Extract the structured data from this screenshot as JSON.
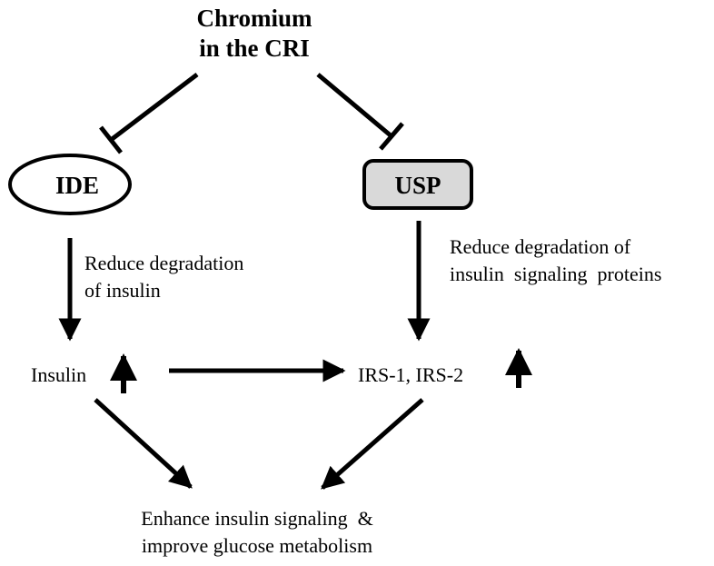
{
  "title": {
    "line1": "Chromium",
    "line2": "in the CRI"
  },
  "nodes": {
    "ide": "IDE",
    "usp": "USP",
    "insulin": "Insulin",
    "irs": "IRS-1, IRS-2"
  },
  "annotations": {
    "left": {
      "line1": "Reduce degradation",
      "line2": "of insulin"
    },
    "right": {
      "line1": "Reduce degradation of",
      "line2": "insulin  signaling  proteins"
    }
  },
  "outcome": {
    "line1": "Enhance insulin signaling  &",
    "line2": "improve glucose metabolism"
  },
  "colors": {
    "usp_fill": "#d9d9d9",
    "stroke": "#000000"
  }
}
